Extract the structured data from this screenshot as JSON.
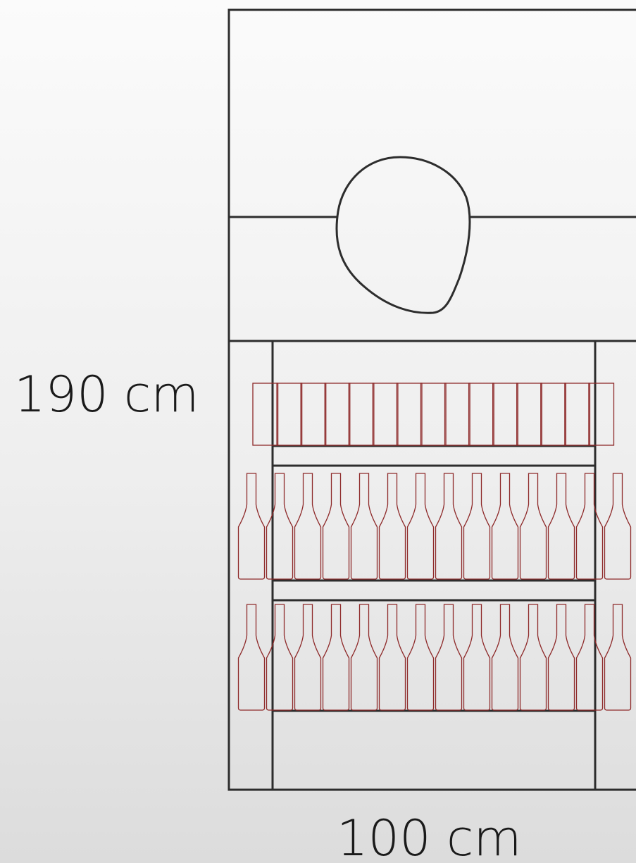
{
  "dimensions": {
    "height_label": "190 cm",
    "width_label": "100 cm"
  },
  "colors": {
    "outline": "#2d2d2d",
    "bottles": "#8e2a2a"
  },
  "shelves": {
    "top_row_items": 15,
    "middle_row_bottles": 14,
    "bottom_row_bottles": 14
  }
}
